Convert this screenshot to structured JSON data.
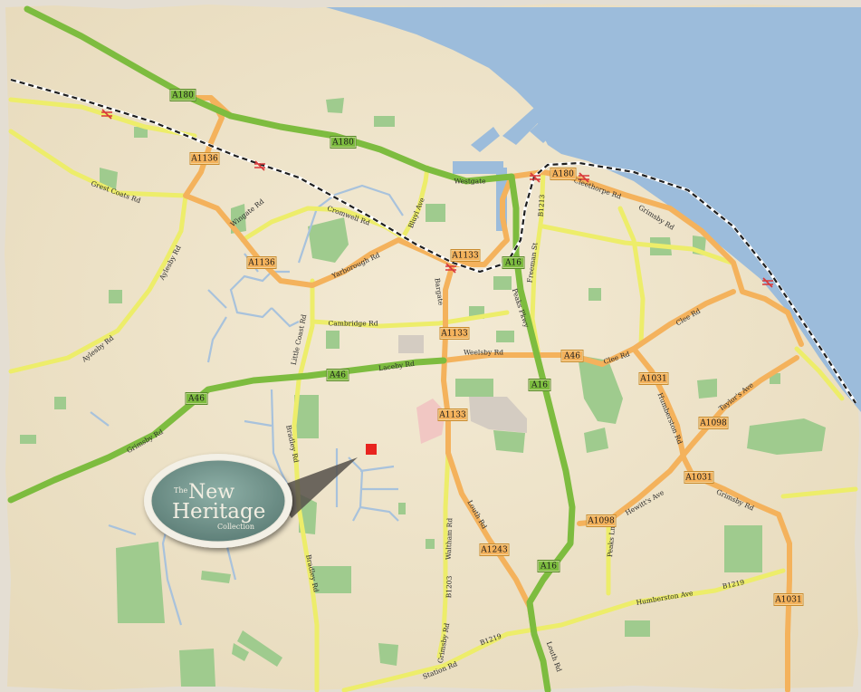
{
  "colors": {
    "paper": "#efe6cf",
    "border": "#e9e4da",
    "sea": "#9cbcdb",
    "green_space": "#9fcb8e",
    "motorway_green": "#7dbc3f",
    "a_road_orange": "#f4b25c",
    "b_road_yellow": "#eded6a",
    "river": "#a8c2dc",
    "urban_grey": "#d4ccc2",
    "urban_pink": "#f1c7c3",
    "marker_red": "#e8241f",
    "logo_fill": "#7fa199",
    "rail": "#1f1f1f"
  },
  "logo": {
    "prefix": "The",
    "line1": "New",
    "line2": "Heritage",
    "line3": "Collection"
  },
  "marker": {
    "name": "location-marker"
  },
  "shields": [
    {
      "label": "A180"
    },
    {
      "label": "A180"
    },
    {
      "label": "A1136"
    },
    {
      "label": "A1136"
    },
    {
      "label": "A1133"
    },
    {
      "label": "A1133"
    },
    {
      "label": "A1133"
    },
    {
      "label": "A16"
    },
    {
      "label": "A16"
    },
    {
      "label": "A16"
    },
    {
      "label": "A180"
    },
    {
      "label": "A46"
    },
    {
      "label": "A46"
    },
    {
      "label": "A46"
    },
    {
      "label": "A1031"
    },
    {
      "label": "A1098"
    },
    {
      "label": "A1031"
    },
    {
      "label": "A1098"
    },
    {
      "label": "A1243"
    },
    {
      "label": "A1031"
    }
  ],
  "road_labels": [
    {
      "text": "Grest Coats Rd"
    },
    {
      "text": "Aylesby Rd"
    },
    {
      "text": "Aylesby Rd"
    },
    {
      "text": "Wingate Rd"
    },
    {
      "text": "Cromwell Rd"
    },
    {
      "text": "Bluyl Ave"
    },
    {
      "text": "Westgate"
    },
    {
      "text": "Yarborough Rd"
    },
    {
      "text": "Cambridge Rd"
    },
    {
      "text": "Little Coast Rd"
    },
    {
      "text": "Laceby Rd"
    },
    {
      "text": "Weelsby Rd"
    },
    {
      "text": "Bargate"
    },
    {
      "text": "Peaks Pkwy"
    },
    {
      "text": "Freeman St"
    },
    {
      "text": "B1213"
    },
    {
      "text": "Cleethorpe Rd"
    },
    {
      "text": "Grimsby Rd"
    },
    {
      "text": "Clee Rd"
    },
    {
      "text": "Clee Rd"
    },
    {
      "text": "Humberston Rd"
    },
    {
      "text": "Taylor's Ave"
    },
    {
      "text": "Hewitt's Ave"
    },
    {
      "text": "Grimsby Rd"
    },
    {
      "text": "Grimsby Rd"
    },
    {
      "text": "Bradley Rd"
    },
    {
      "text": "Bradley Rd"
    },
    {
      "text": "Waltham Rd"
    },
    {
      "text": "Louth Rd"
    },
    {
      "text": "B1203"
    },
    {
      "text": "Grimsby Rd"
    },
    {
      "text": "Station Rd"
    },
    {
      "text": "B1219"
    },
    {
      "text": "Humberston Ave"
    },
    {
      "text": "B1219"
    },
    {
      "text": "Peaks Ln"
    },
    {
      "text": "Louth Rd"
    }
  ]
}
